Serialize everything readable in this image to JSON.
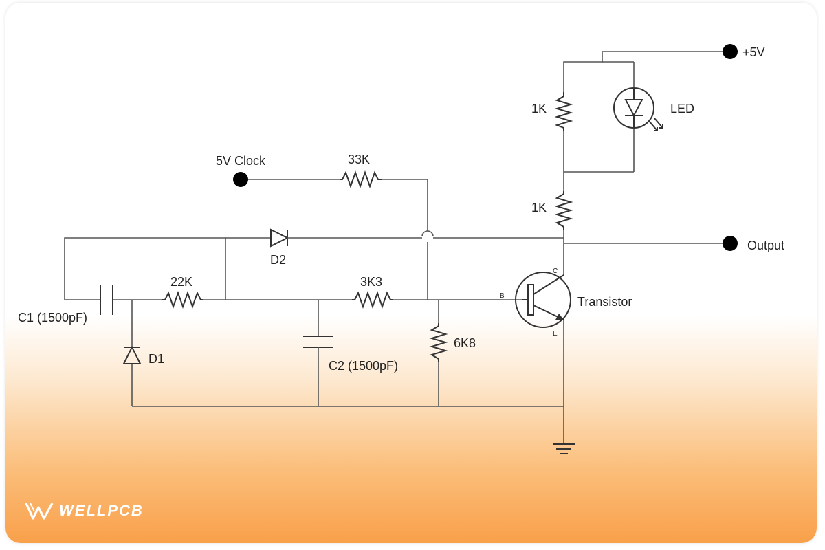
{
  "labels": {
    "supply": "+5V",
    "led": "LED",
    "r_top": "1K",
    "r_mid": "1K",
    "clock": "5V Clock",
    "r_33k": "33K",
    "output": "Output",
    "d2": "D2",
    "r_22k": "22K",
    "r_3k3": "3K3",
    "c1": "C1 (1500pF)",
    "transistor": "Transistor",
    "pin_b": "B",
    "pin_c": "C",
    "pin_e": "E",
    "d1": "D1",
    "r_6k8": "6K8",
    "c2": "C2 (1500pF)"
  },
  "brand": {
    "name": "WELLPCB"
  },
  "colors": {
    "wire": "#555555",
    "terminal": "#000000",
    "gradient_bottom": "#f9a04a"
  }
}
